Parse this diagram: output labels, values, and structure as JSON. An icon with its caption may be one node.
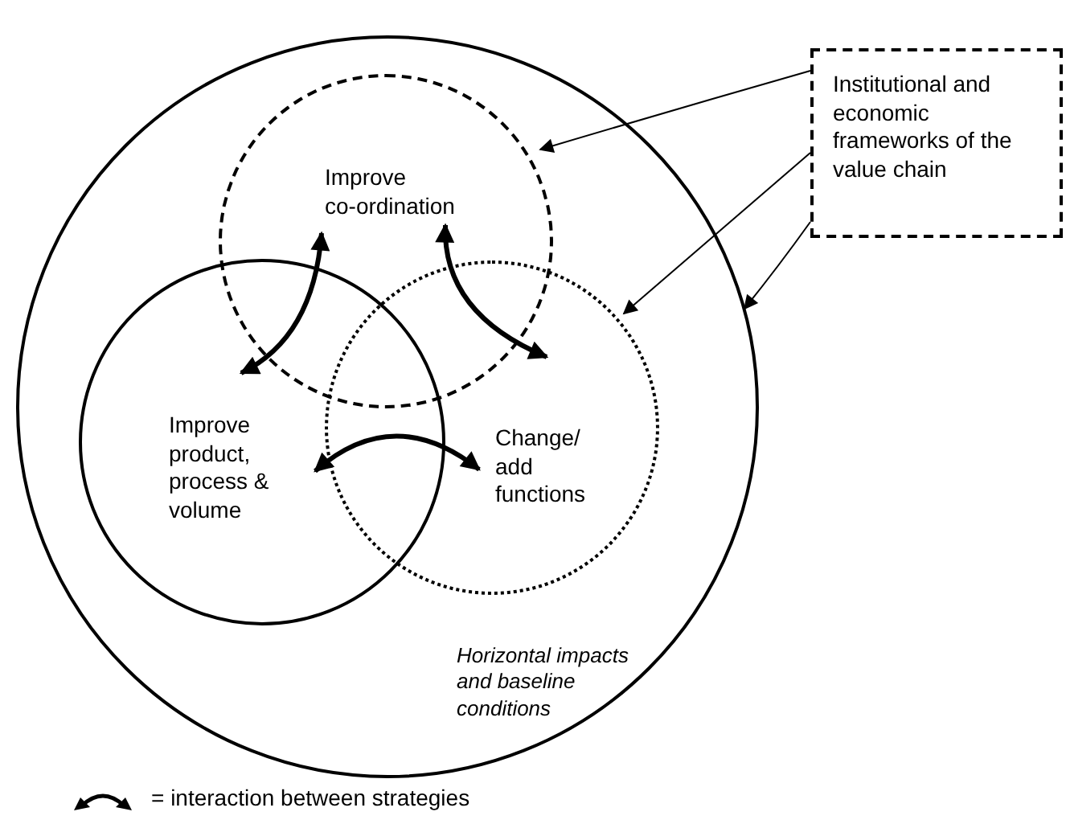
{
  "diagram": {
    "nodes": [
      {
        "text": [
          "Horizontal impacts and baseline conditions"
        ]
      },
      {
        "text": [
          "Improve co-ordination"
        ],
        "in": 0
      },
      {
        "text": [
          "Improve product, process & volume"
        ],
        "in": 0
      },
      {
        "text": [
          "Change/ add functions"
        ],
        "in": 0
      },
      {
        "text": [
          "Institutional and economic frameworks of the value chain"
        ]
      }
    ],
    "edges": [
      {
        "from": 4,
        "to": 1,
        "arrow": "to"
      },
      {
        "from": 4,
        "to": 3,
        "arrow": "to"
      },
      {
        "from": 4,
        "to": 0,
        "arrow": "to"
      },
      {
        "from": 1,
        "to": 2,
        "arrow": "both",
        "style": "thick"
      },
      {
        "from": 1,
        "to": 3,
        "arrow": "both",
        "style": "thick"
      },
      {
        "from": 2,
        "to": 3,
        "arrow": "both",
        "style": "thick"
      }
    ],
    "legend": [
      {
        "text": "= interaction between strategies"
      }
    ]
  }
}
